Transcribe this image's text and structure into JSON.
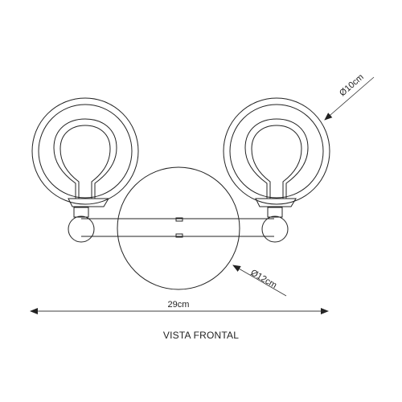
{
  "dimensions": {
    "globe_diameter": "Ø10cm",
    "base_diameter": "Ø12cm",
    "total_width": "29cm"
  },
  "caption": "VISTA FRONTAL"
}
